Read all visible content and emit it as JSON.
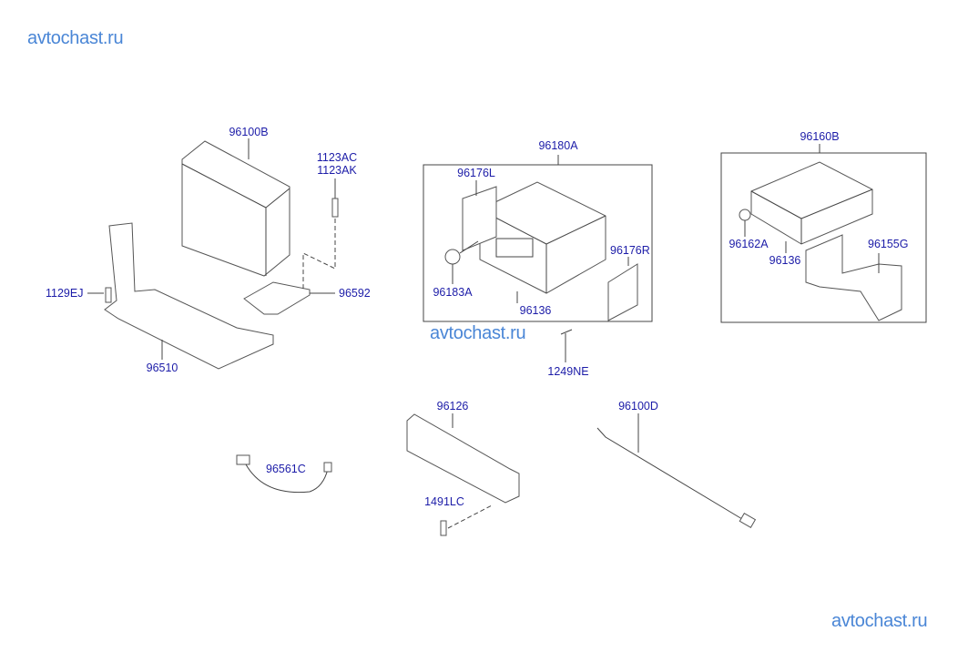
{
  "watermarks": {
    "top_left": "avtochast.ru",
    "middle": "avtochast.ru",
    "bottom_right": "avtochast.ru"
  },
  "parts": {
    "p96100B": "96100B",
    "p1123AC": "1123AC",
    "p1123AK": "1123AK",
    "p1129EJ": "1129EJ",
    "p96592": "96592",
    "p96510": "96510",
    "p96180A": "96180A",
    "p96176L": "96176L",
    "p96176R": "96176R",
    "p96183A": "96183A",
    "p96136_a": "96136",
    "p96160B": "96160B",
    "p96162A": "96162A",
    "p96136_b": "96136",
    "p96155G": "96155G",
    "p1249NE": "1249NE",
    "p96126": "96126",
    "p96100D": "96100D",
    "p96561C": "96561C",
    "p1491LC": "1491LC"
  },
  "colors": {
    "label": "#1c1ca8",
    "watermark": "#4a86d6"
  }
}
